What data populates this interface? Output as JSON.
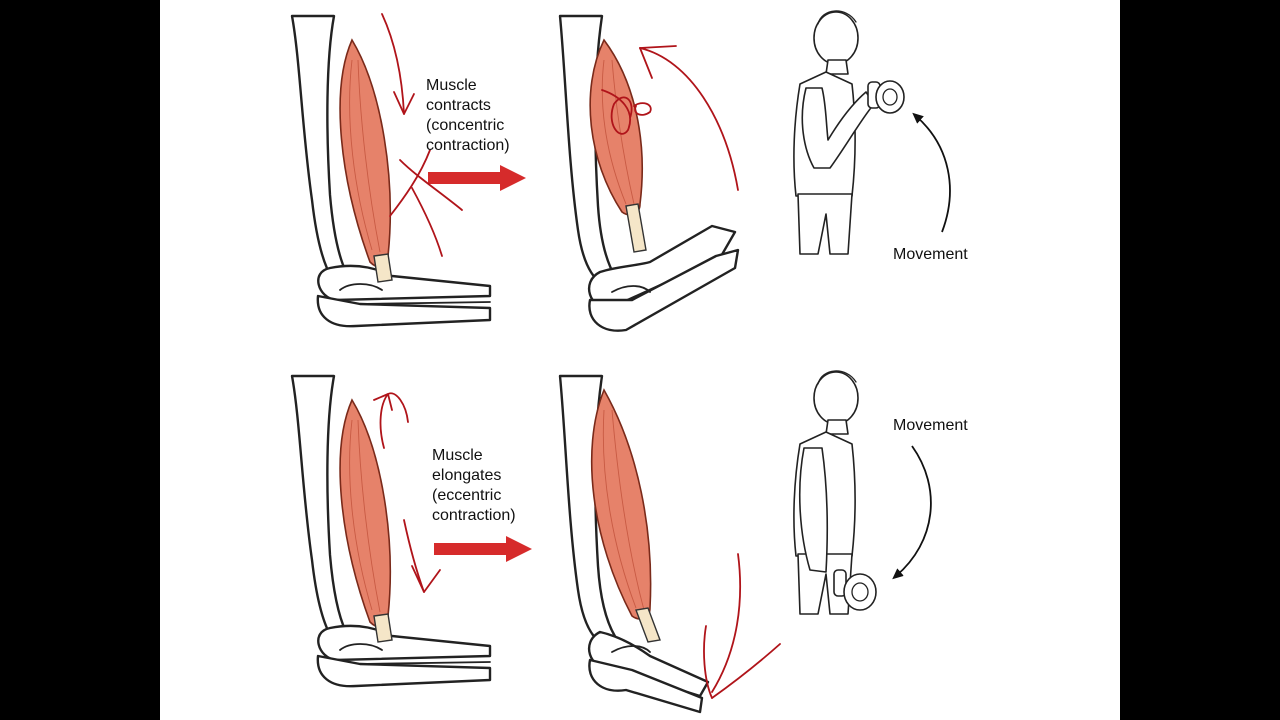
{
  "labels": {
    "concentric": "Muscle\ncontracts\n(concentric\ncontraction)",
    "eccentric": "Muscle\nelongates\n(eccentric\ncontraction)",
    "movement_top": "Movement",
    "movement_bottom": "Movement"
  },
  "colors": {
    "background_frame": "#000000",
    "panel": "#ffffff",
    "muscle": "#e6826a",
    "arrow": "#d62b2b",
    "annotation_ink": "#b0141a"
  }
}
